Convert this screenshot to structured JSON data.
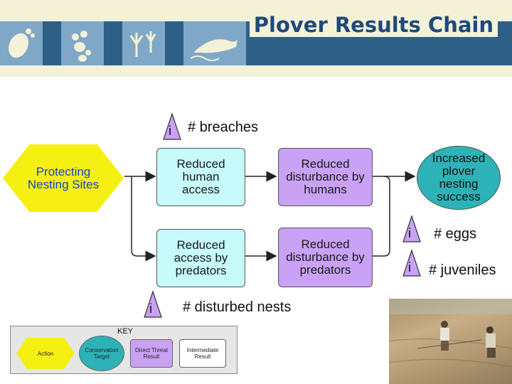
{
  "header": {
    "title": "Plover Results Chain",
    "icons": [
      "footprint-icon",
      "paw-prints-icon",
      "bird-tracks-icon",
      "fish-icon"
    ]
  },
  "diagram": {
    "action": "Protecting Nesting Sites",
    "reduced_human_access": "Reduced human access",
    "reduced_disturbance_humans": "Reduced disturbance by humans",
    "reduced_predator_access": "Reduced access by predators",
    "reduced_disturbance_predators": "Reduced disturbance by predators",
    "target": "Increased plover nesting success"
  },
  "indicators": {
    "symbol": "i",
    "breaches": "# breaches",
    "eggs": "# eggs",
    "juveniles": "# juveniles",
    "disturbed_nests": "# disturbed nests"
  },
  "key": {
    "title": "KEY",
    "action": "Action",
    "target": "Conservation Target",
    "direct_threat": "Direct Threat Result",
    "intermediate": "Intermediate Result"
  },
  "colors": {
    "action": "#f5ef12",
    "intermediate": "#c6fafb",
    "threat_result": "#c9a1f5",
    "target": "#2db3b7",
    "header_band": "#2e5f86"
  }
}
